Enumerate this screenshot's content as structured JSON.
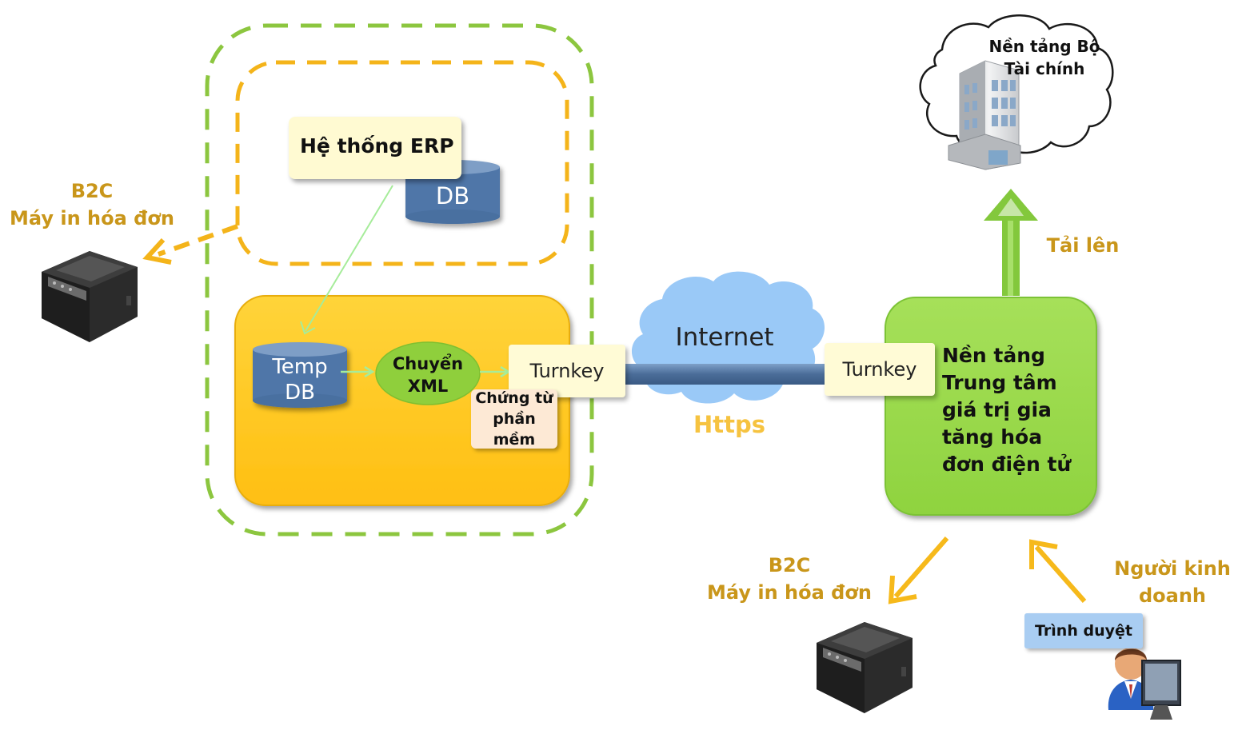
{
  "labels": {
    "erp_system": "Hệ thống ERP",
    "db": "DB",
    "temp_db_line1": "Temp",
    "temp_db_line2": "DB",
    "convert_line1": "Chuyển",
    "convert_line2": "XML",
    "turnkey_left": "Turnkey",
    "turnkey_right": "Turnkey",
    "software_voucher_line1": "Chứng từ",
    "software_voucher_line2": "phần mềm",
    "internet": "Internet",
    "https": "Https",
    "b2c_left_line1": "B2C",
    "b2c_left_line2": "Máy in hóa đơn",
    "b2c_right_line1": "B2C",
    "b2c_right_line2": "Máy in hóa đơn",
    "value_added_platform": [
      "Nền tảng",
      "Trung tâm",
      "giá trị gia",
      "tăng hóa",
      "đơn điện tử"
    ],
    "ministry_line1": "Nền tảng Bộ",
    "ministry_line2": "Tài chính",
    "upload": "Tải lên",
    "business_person_line1": "Người kinh",
    "business_person_line2": "doanh",
    "browser": "Trình duyệt"
  },
  "colors": {
    "green_dash": "#8cc63f",
    "orange_dash": "#f4b41a",
    "yellow_box": "#ffc71e",
    "green_box": "#9ddc50",
    "db_blue": "#4f76a8",
    "cloud_blue": "#9ac9f7",
    "label_gold": "#c9961a",
    "arrow_yellow": "#f6b91b",
    "arrow_green": "#83c83c",
    "pipe_blue": "#50739e"
  },
  "icons": [
    "printer-icon",
    "building-icon",
    "person-computer-icon"
  ]
}
